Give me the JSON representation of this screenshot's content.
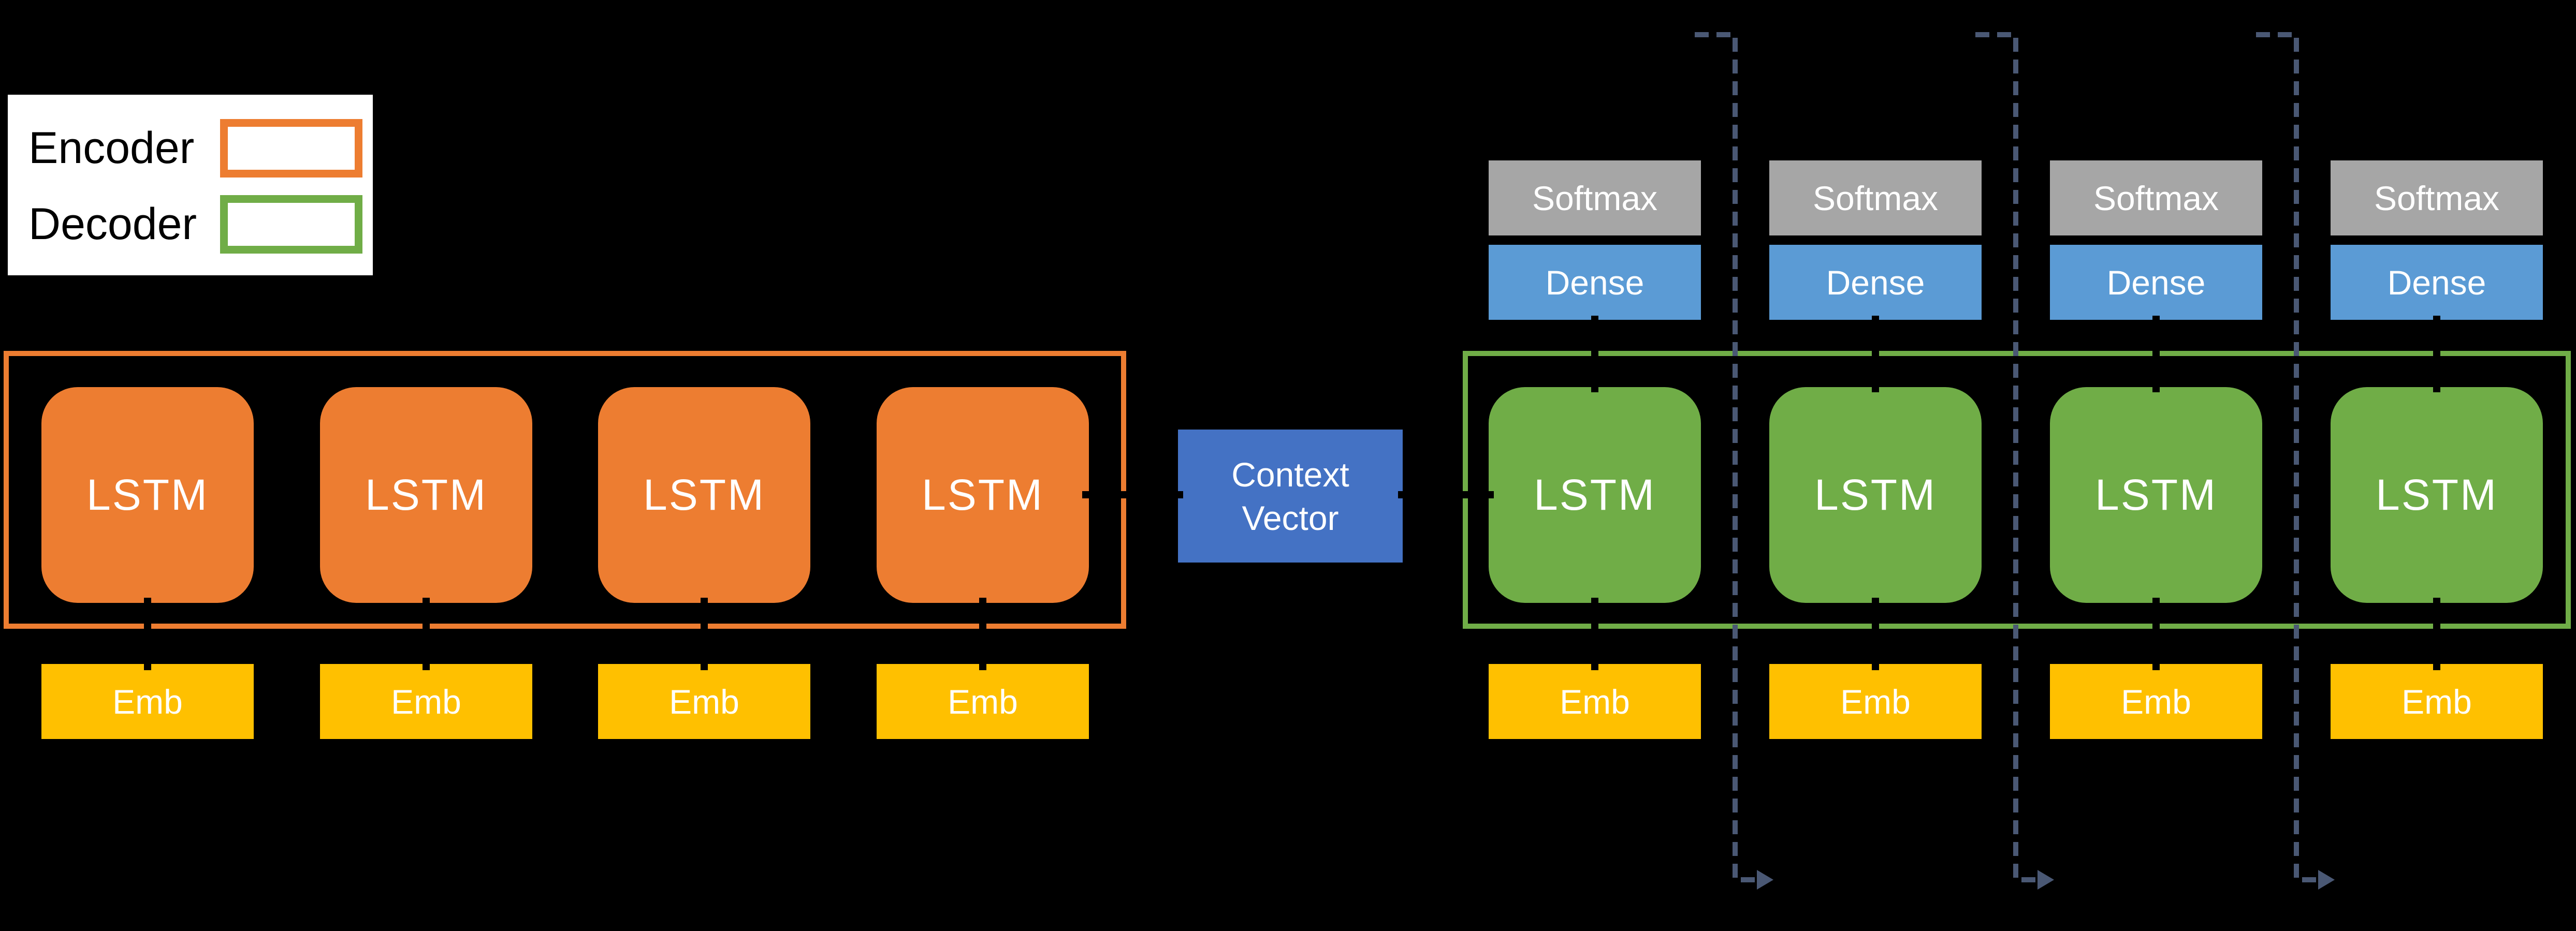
{
  "legend": {
    "items": [
      {
        "label": "Encoder",
        "swatch_color": "#ED7D31"
      },
      {
        "label": "Decoder",
        "swatch_color": "#70AD47"
      }
    ]
  },
  "encoder": {
    "columns": [
      {
        "lstm": "LSTM",
        "emb": "Emb"
      },
      {
        "lstm": "LSTM",
        "emb": "Emb"
      },
      {
        "lstm": "LSTM",
        "emb": "Emb"
      },
      {
        "lstm": "LSTM",
        "emb": "Emb"
      }
    ]
  },
  "context_vector": {
    "line1": "Context",
    "line2": "Vector"
  },
  "decoder": {
    "columns": [
      {
        "softmax": "Softmax",
        "dense": "Dense",
        "lstm": "LSTM",
        "emb": "Emb"
      },
      {
        "softmax": "Softmax",
        "dense": "Dense",
        "lstm": "LSTM",
        "emb": "Emb"
      },
      {
        "softmax": "Softmax",
        "dense": "Dense",
        "lstm": "LSTM",
        "emb": "Emb"
      },
      {
        "softmax": "Softmax",
        "dense": "Dense",
        "lstm": "LSTM",
        "emb": "Emb"
      }
    ]
  },
  "colors": {
    "background": "#000000",
    "encoder_accent": "#ED7D31",
    "decoder_accent": "#70AD47",
    "embedding": "#FFC000",
    "dense": "#5B9BD5",
    "softmax": "#A6A6A6",
    "context_vector": "#4472C4",
    "feedback_dash": "#4A5874",
    "text_light": "#FFFFFF",
    "text_dark": "#000000"
  }
}
